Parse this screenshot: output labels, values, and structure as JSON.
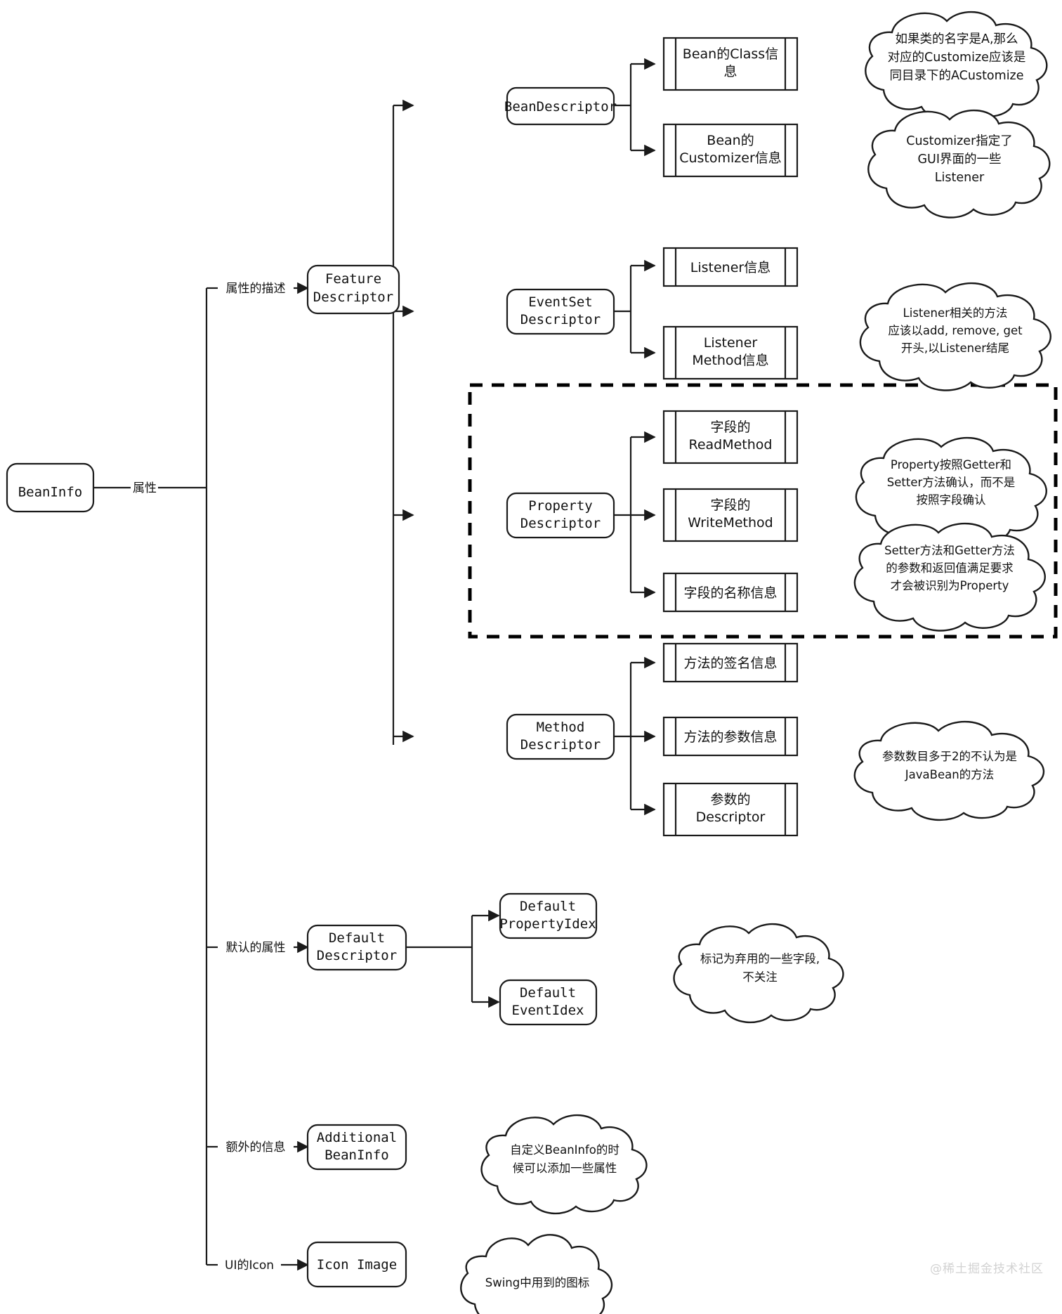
{
  "diagram": {
    "title": "BeanInfo",
    "root": {
      "label": "BeanInfo"
    },
    "branch_labels": {
      "attribute": "属性",
      "attribute_desc": "属性的描述",
      "default_attr": "默认的属性",
      "extra_info": "额外的信息",
      "ui_icon": "UI的Icon"
    },
    "nodes": {
      "feature_descriptor": "Feature\nDescriptor",
      "bean_descriptor": "BeanDescriptor",
      "eventset_descriptor": "EventSet\nDescriptor",
      "property_descriptor": "Property\nDescriptor",
      "method_descriptor": "Method\nDescriptor",
      "default_descriptor": "Default\nDescriptor",
      "default_property_idex": "Default\nPropertyIdex",
      "default_event_idex": "Default\nEventIdex",
      "additional_beaninfo": "Additional\nBeanInfo",
      "icon_image": "Icon Image"
    },
    "leaves": {
      "bean_class_info": "Bean的Class信\n息",
      "bean_customizer_info": "Bean的\nCustomizer信息",
      "listener_info": "Listener信息",
      "listener_method_info": "Listener\nMethod信息",
      "field_read_method": "字段的\nReadMethod",
      "field_write_method": "字段的\nWriteMethod",
      "field_name_info": "字段的名称信息",
      "method_signature_info": "方法的签名信息",
      "method_param_info": "方法的参数信息",
      "param_descriptor": "参数的\nDescriptor"
    },
    "clouds": {
      "customize_naming": "如果类的名字是A,那么\n对应的Customize应该是\n同目录下的ACustomize",
      "customizer_gui": "Customizer指定了\nGUI界面的一些\nListener",
      "listener_naming": "Listener相关的方法\n应该以add, remove, get\n开头,以Listener结尾",
      "property_getter_setter": "Property按照Getter和\nSetter方法确认，而不是\n按照字段确认",
      "property_recognition": "Setter方法和Getter方法\n的参数和返回值满足要求\n才会被识别为Property",
      "javabean_param_limit": "参数数目多于2的不认为是\nJavaBean的方法",
      "deprecated_fields": "标记为弃用的一些字段,\n不关注",
      "custom_beaninfo": "自定义BeanInfo的时\n候可以添加一些属性",
      "swing_icons": "Swing中用到的图标"
    },
    "highlight_region": {
      "name": "property-descriptor-highlight"
    },
    "watermark": "@稀土掘金技术社区",
    "colors": {
      "stroke": "#1a1a1a",
      "background": "#ffffff",
      "watermark": "#d2d2d2"
    }
  }
}
